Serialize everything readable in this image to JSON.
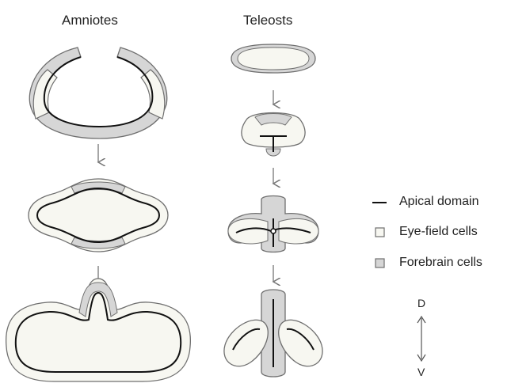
{
  "columns": {
    "left_title": "Amniotes",
    "right_title": "Teleosts"
  },
  "legend": {
    "apical_label": "Apical domain",
    "eye_label": "Eye-field cells",
    "forebrain_label": "Forebrain cells"
  },
  "axis": {
    "dorsal": "D",
    "ventral": "V"
  },
  "colors": {
    "eye_field_fill": "#f7f7f1",
    "forebrain_fill": "#d6d6d6",
    "outline": "#6f6f6f",
    "apical_line": "#111111",
    "arrow": "#777777"
  }
}
